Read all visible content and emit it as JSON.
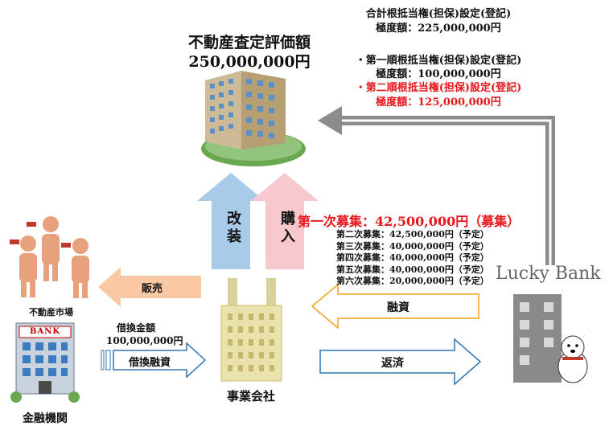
{
  "appraisal": {
    "title": "不動産査定評価額",
    "amount": "250,000,000円"
  },
  "mortgage": {
    "total_title": "合計根抵当権(担保)設定(登記)",
    "total_limit": "極度額：225,000,000円",
    "first_title": "・第一順根抵当権(担保)設定(登記)",
    "first_limit": "極度額：100,000,000円",
    "second_title": "・第二順根抵当権(担保)設定(登記)",
    "second_limit": "極度額：125,000,000円"
  },
  "arrows": {
    "improve": "改装",
    "purchase": "購入",
    "sale": "販売",
    "loan": "融資",
    "repay": "返済",
    "refinance_label": "借換金額",
    "refinance_amount": "100,000,000円",
    "refinance_loan": "借換融資"
  },
  "recruitment": {
    "first": "第一次募集：42,500,000円（募集）",
    "rounds": [
      "第二次募集：42,500,000円（予定）",
      "第三次募集：40,000,000円（予定）",
      "第四次募集：40,000,000円（予定）",
      "第五次募集：40,000,000円（予定）",
      "第六次募集：20,000,000円（予定）"
    ]
  },
  "labels": {
    "market": "不動産市場",
    "bank_sign": "BANK",
    "bank": "金融機関",
    "company": "事業会社",
    "lucky_bank": "Lucky Bank"
  },
  "colors": {
    "red": "#e8151b",
    "blue_arrow": "#a9cbea",
    "pink_arrow": "#f7c9cf",
    "orange_arrow": "#f9c9a3",
    "gray_arrow": "#8c8c8c"
  }
}
